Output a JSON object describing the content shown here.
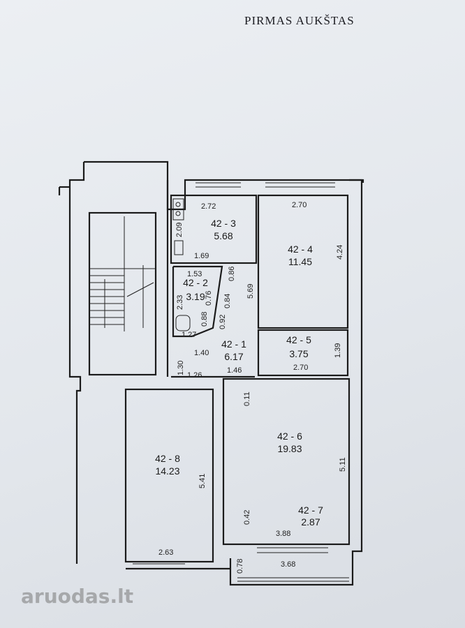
{
  "title": "PIRMAS AUKŠTAS",
  "watermark": "aruodas.lt",
  "rooms": [
    {
      "id": "42 - 3",
      "area": "5.68"
    },
    {
      "id": "42 - 4",
      "area": "11.45"
    },
    {
      "id": "42 - 2",
      "area": "3.19"
    },
    {
      "id": "42 - 1",
      "area": "6.17"
    },
    {
      "id": "42 - 5",
      "area": "3.75"
    },
    {
      "id": "42 - 6",
      "area": "19.83"
    },
    {
      "id": "42 - 8",
      "area": "14.23"
    },
    {
      "id": "42 - 7",
      "area": "2.87"
    }
  ],
  "dimensions": [
    "2.72",
    "2.09",
    "1.69",
    "2.70",
    "4.24",
    "1.53",
    "0.86",
    "5.69",
    "2.33",
    "0.76",
    "0.84",
    "0.92",
    "0.88",
    "1.27",
    "1.40",
    "1.30",
    "1.26",
    "1.46",
    "1.39",
    "2.70",
    "0.11",
    "5.41",
    "5.11",
    "0.42",
    "3.88",
    "2.63",
    "0.78",
    "3.68"
  ]
}
